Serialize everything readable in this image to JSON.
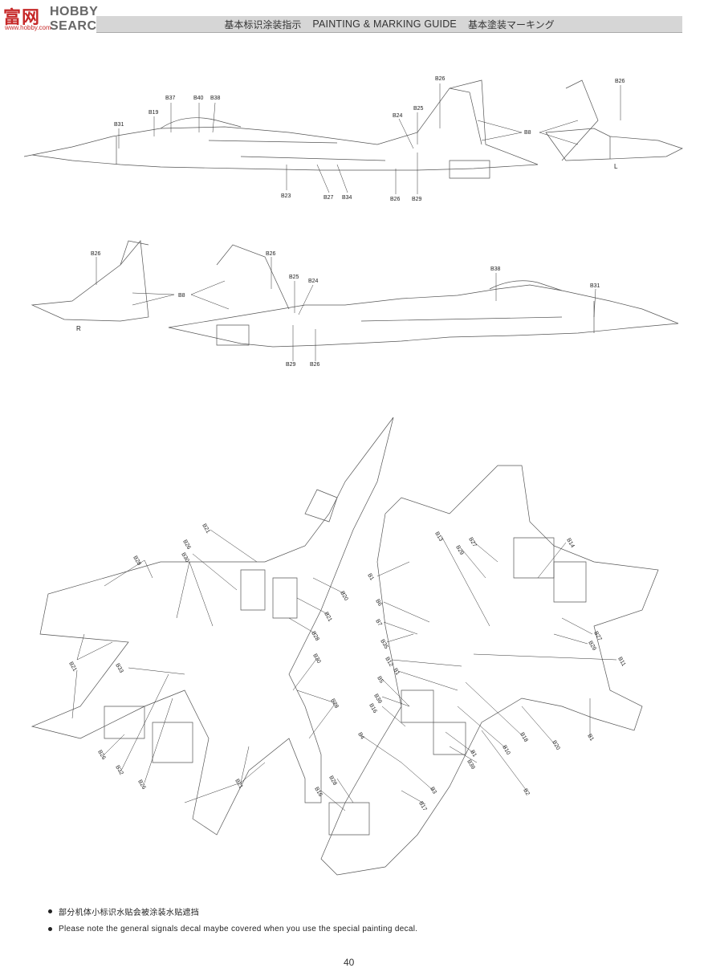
{
  "logo": {
    "mark": "富网",
    "brand": "HOBBY SEARCH",
    "sub": "www.hobby.com"
  },
  "header": {
    "cn": "基本标识涂装指示",
    "en": "PAINTING & MARKING GUIDE",
    "jp": "基本塗装マーキング"
  },
  "side_labels": {
    "left": "L",
    "right": "R"
  },
  "callouts": {
    "top_side": [
      "B26",
      "B37",
      "B40",
      "B38",
      "B19",
      "B31",
      "B25",
      "B24",
      "B8",
      "B26",
      "B23",
      "B27",
      "B34",
      "B26",
      "B29"
    ],
    "right_side": [
      "B26",
      "B26",
      "B8",
      "B25",
      "B24",
      "B38",
      "B31",
      "B29",
      "B26"
    ],
    "upper_view": [
      "B28",
      "B21",
      "B26",
      "B30",
      "B20",
      "B21",
      "B28",
      "B21",
      "B33",
      "B30",
      "B28",
      "B26",
      "B32",
      "B26",
      "B21"
    ],
    "lower_view": [
      "B13",
      "B29",
      "B27",
      "B14",
      "B1",
      "B6",
      "B7",
      "B35",
      "B27",
      "B29",
      "B11",
      "B12",
      "B1",
      "B5",
      "B39",
      "B16",
      "B4",
      "B18",
      "B20",
      "B1",
      "B10",
      "B1",
      "B39",
      "B2",
      "B3",
      "B28",
      "B16",
      "B17"
    ]
  },
  "notes": [
    "部分机体小标识水贴会被涂装水贴遮挡",
    "Please note the general signals decal maybe covered when you use the special painting decal."
  ],
  "page_number": "40"
}
